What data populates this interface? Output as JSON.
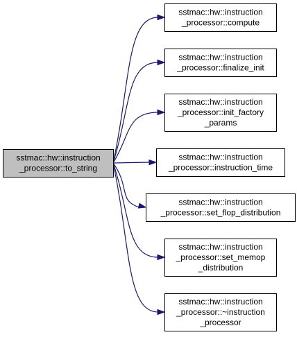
{
  "root": {
    "lines": [
      "sstmac::hw::instruction",
      "_processor::to_string"
    ]
  },
  "callees": [
    {
      "lines": [
        "sstmac::hw::instruction",
        "_processor::compute"
      ]
    },
    {
      "lines": [
        "sstmac::hw::instruction",
        "_processor::finalize_init"
      ]
    },
    {
      "lines": [
        "sstmac::hw::instruction",
        "_processor::init_factory",
        "_params"
      ]
    },
    {
      "lines": [
        "sstmac::hw::instruction",
        "_processor::instruction_time"
      ]
    },
    {
      "lines": [
        "sstmac::hw::instruction",
        "_processor::set_flop_distribution"
      ]
    },
    {
      "lines": [
        "sstmac::hw::instruction",
        "_processor::set_memop",
        "_distribution"
      ]
    },
    {
      "lines": [
        "sstmac::hw::instruction",
        "_processor::~instruction",
        "_processor"
      ]
    }
  ],
  "colors": {
    "root_fill": "#bfbfbf",
    "node_fill": "#ffffff",
    "edge": "#191970"
  }
}
